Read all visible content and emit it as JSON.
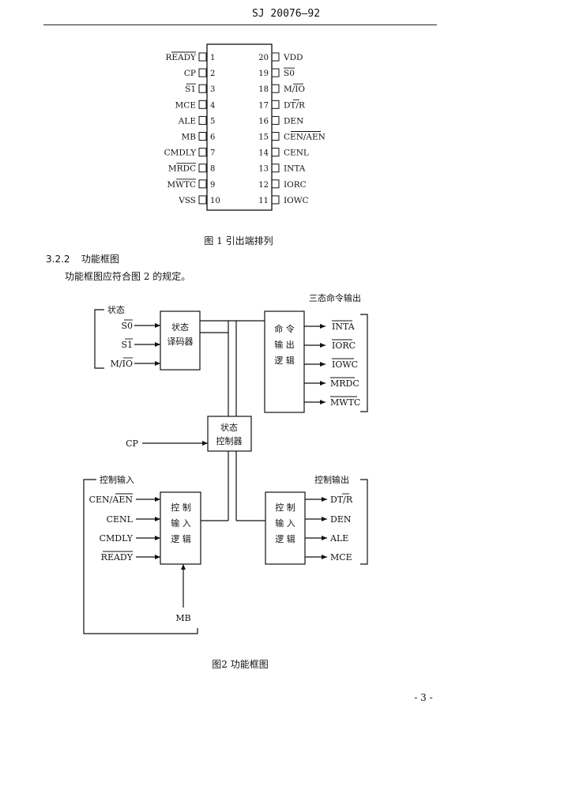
{
  "header": {
    "title": "SJ 20076—92"
  },
  "figure1": {
    "left_pins": [
      {
        "num": "1",
        "name": "READY",
        "overbar": "READY"
      },
      {
        "num": "2",
        "name": "CP",
        "overbar": ""
      },
      {
        "num": "3",
        "name": "S1",
        "overbar": "S1"
      },
      {
        "num": "4",
        "name": "MCE",
        "overbar": ""
      },
      {
        "num": "5",
        "name": "ALE",
        "overbar": ""
      },
      {
        "num": "6",
        "name": "MB",
        "overbar": ""
      },
      {
        "num": "7",
        "name": "CMDLY",
        "overbar": ""
      },
      {
        "num": "8",
        "name": "MRDC",
        "overbar": "MRDC"
      },
      {
        "num": "9",
        "name": "MWTC",
        "overbar": "MWTC"
      },
      {
        "num": "10",
        "name": "VSS",
        "overbar": ""
      }
    ],
    "right_pins": [
      {
        "num": "20",
        "name": "VDD"
      },
      {
        "num": "19",
        "name": "S0"
      },
      {
        "num": "18",
        "name": "M/IO"
      },
      {
        "num": "17",
        "name": "DT/R"
      },
      {
        "num": "16",
        "name": "DEN"
      },
      {
        "num": "15",
        "name": "CEN/AEN"
      },
      {
        "num": "14",
        "name": "CENL"
      },
      {
        "num": "13",
        "name": "INTA"
      },
      {
        "num": "12",
        "name": "IORC"
      },
      {
        "num": "11",
        "name": "IOWC"
      }
    ],
    "caption": "图 1   引出端排列"
  },
  "section": {
    "number": "3.2.2",
    "title": "功能框图",
    "body": "功能框图应符合图 2 的规定。"
  },
  "figure2": {
    "group_status": "状态",
    "status_inputs": [
      "S0",
      "S1",
      "M/IO"
    ],
    "block_decoder": [
      "状态",
      "译码器"
    ],
    "block_cmd_out": [
      "命 令",
      "输 出",
      "逻 辑"
    ],
    "tri_state_label": "三态命令输出",
    "cmd_outputs": [
      "INTA",
      "IORC",
      "IOWC",
      "MRDC",
      "MWTC"
    ],
    "cp_label": "CP",
    "block_controller": [
      "状态",
      "控制器"
    ],
    "group_ctrl_in": "控制输入",
    "ctrl_inputs": [
      "CEN/AEN",
      "CENL",
      "CMDLY",
      "READY"
    ],
    "block_ctrl_in": [
      "控 制",
      "输 入",
      "逻 辑"
    ],
    "block_ctrl_out": [
      "控 制",
      "输 入",
      "逻 辑"
    ],
    "ctrl_out_label": "控制输出",
    "ctrl_outputs": [
      "DT/R",
      "DEN",
      "ALE",
      "MCE"
    ],
    "mb_label": "MB",
    "caption": "图2   功能框图"
  },
  "page_number": "- 3 -"
}
